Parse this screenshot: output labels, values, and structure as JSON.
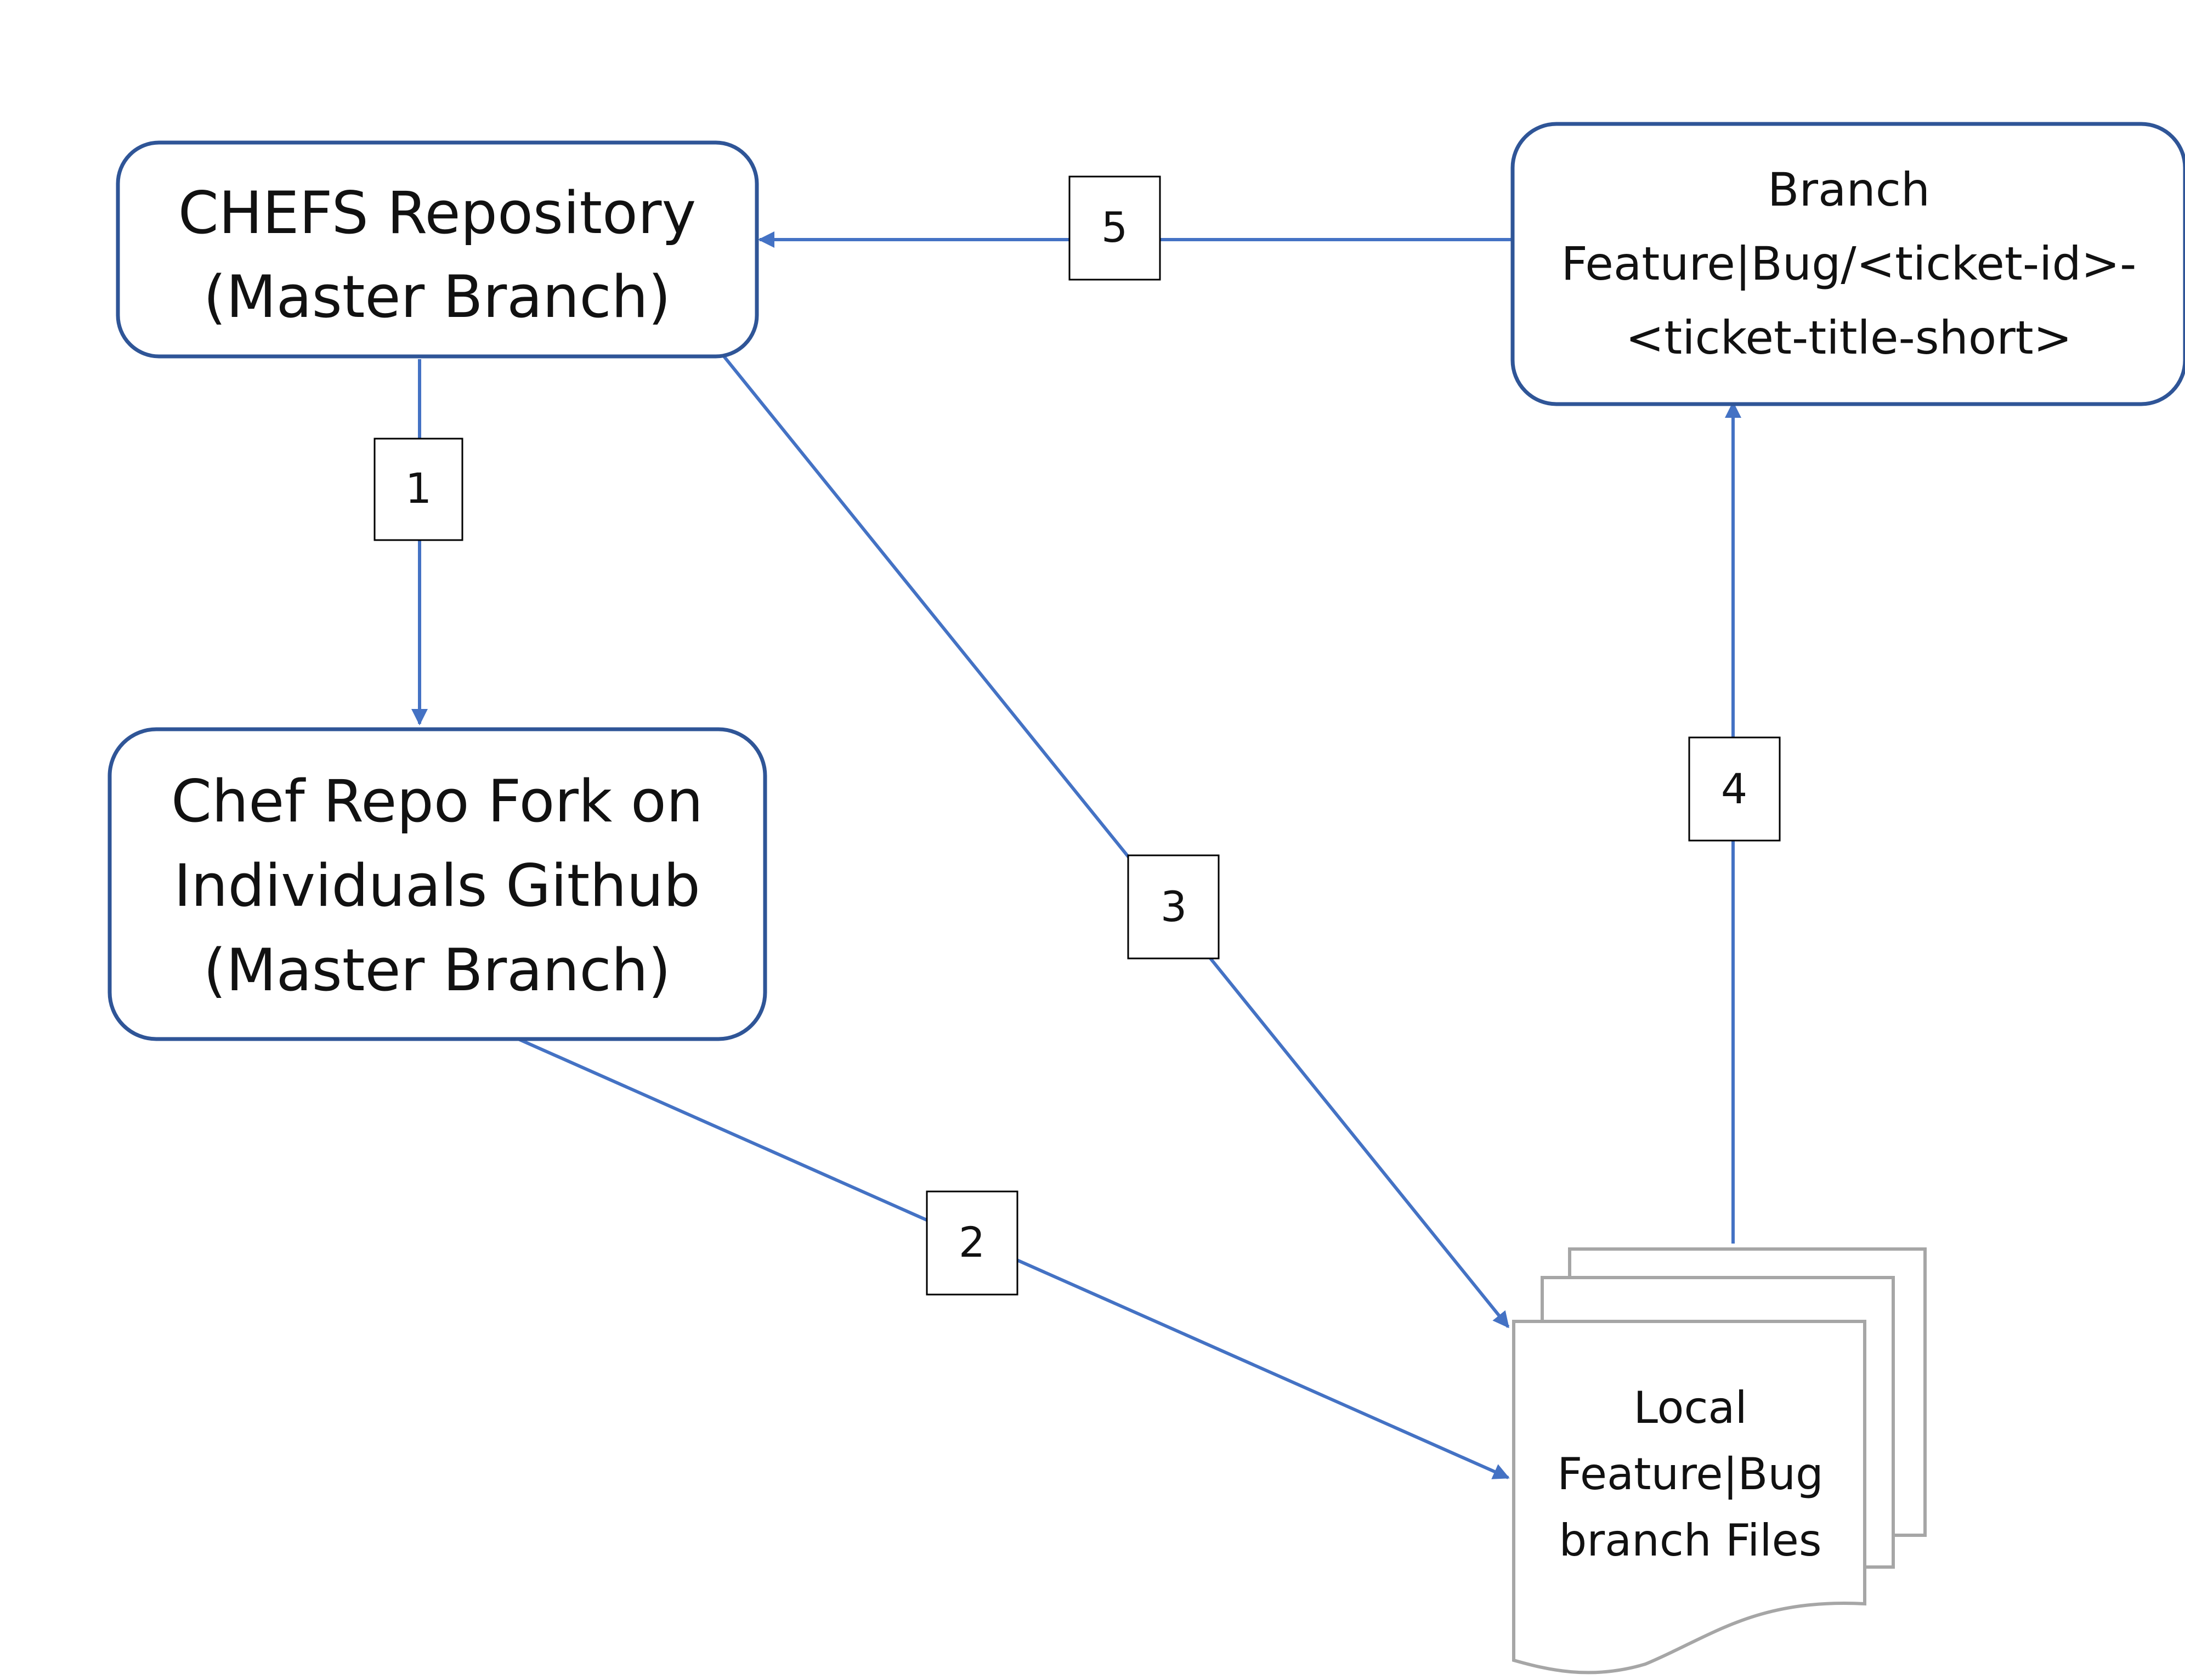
{
  "nodes": {
    "chefs_repo": {
      "lines": [
        "CHEFS Repository",
        "(Master Branch)"
      ]
    },
    "fork": {
      "lines": [
        "Chef Repo Fork on",
        "Individuals Github",
        "(Master Branch)"
      ]
    },
    "branch": {
      "lines": [
        "Branch",
        "Feature|Bug/<ticket-id>-",
        "<ticket-title-short>"
      ]
    },
    "local_files": {
      "lines": [
        "Local",
        "Feature|Bug",
        "branch Files"
      ]
    }
  },
  "steps": [
    "1",
    "2",
    "3",
    "4",
    "5"
  ],
  "colors": {
    "node_border": "#2f5597",
    "arrow": "#4472c4",
    "doc_border": "#a6a6a6",
    "label_border": "#000000"
  }
}
